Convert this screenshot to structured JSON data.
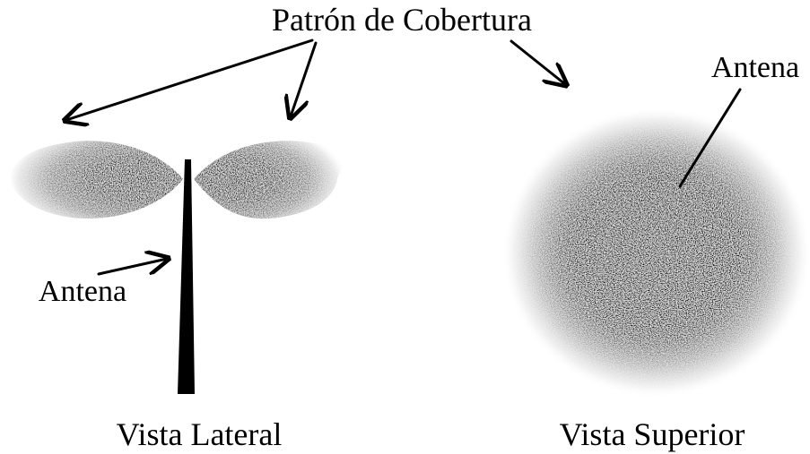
{
  "labels": {
    "coverage_pattern": "Patrón de Cobertura",
    "antenna_top": "Antena",
    "antenna_side": "Antena",
    "side_view": "Vista Lateral",
    "top_view": "Vista Superior"
  }
}
